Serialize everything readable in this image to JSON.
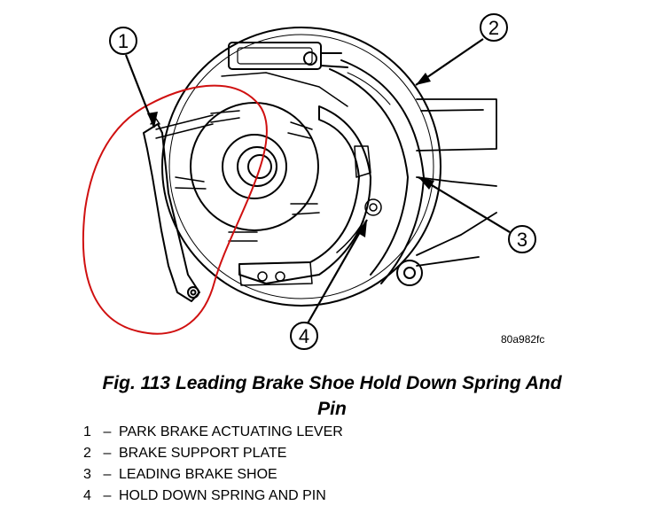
{
  "figure": {
    "callouts": [
      "1",
      "2",
      "3",
      "4"
    ],
    "image_code": "80a982fc",
    "annotation_color": "#d01010"
  },
  "caption": {
    "line1": "Fig. 113 Leading Brake Shoe Hold Down Spring And",
    "line2": "Pin"
  },
  "legend": [
    {
      "num": "1",
      "sep": "–",
      "text": "PARK BRAKE ACTUATING LEVER"
    },
    {
      "num": "2",
      "sep": "–",
      "text": "BRAKE SUPPORT PLATE"
    },
    {
      "num": "3",
      "sep": "–",
      "text": "LEADING BRAKE SHOE"
    },
    {
      "num": "4",
      "sep": "–",
      "text": "HOLD DOWN SPRING AND PIN"
    }
  ]
}
